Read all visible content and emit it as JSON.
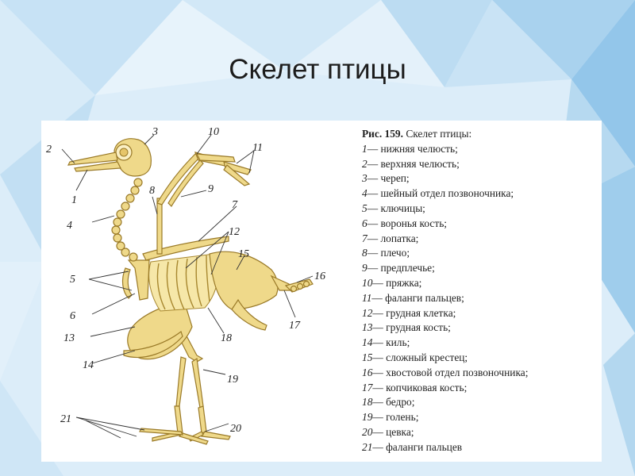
{
  "slide": {
    "title": "Скелет птицы"
  },
  "figure": {
    "caption_number": "Рис. 159.",
    "caption_text": "Скелет птицы:",
    "legend": [
      {
        "num": "1",
        "text": "— нижняя челюсть;"
      },
      {
        "num": "2",
        "text": "— верхняя челюсть;"
      },
      {
        "num": "3",
        "text": "— череп;"
      },
      {
        "num": "4",
        "text": "— шейный отдел позвоночника;"
      },
      {
        "num": "5",
        "text": "— ключицы;"
      },
      {
        "num": "6",
        "text": "— воронья кость;"
      },
      {
        "num": "7",
        "text": "— лопатка;"
      },
      {
        "num": "8",
        "text": "— плечо;"
      },
      {
        "num": "9",
        "text": "— предплечье;"
      },
      {
        "num": "10",
        "text": "— пряжка;"
      },
      {
        "num": "11",
        "text": "— фаланги пальцев;"
      },
      {
        "num": "12",
        "text": "— грудная клетка;"
      },
      {
        "num": "13",
        "text": "— грудная кость;"
      },
      {
        "num": "14",
        "text": "— киль;"
      },
      {
        "num": "15",
        "text": "— сложный крестец;"
      },
      {
        "num": "16",
        "text": "— хвостовой отдел позвоночника;"
      },
      {
        "num": "17",
        "text": "— копчиковая кость;"
      },
      {
        "num": "18",
        "text": "— бедро;"
      },
      {
        "num": "19",
        "text": "— голень;"
      },
      {
        "num": "20",
        "text": "— цевка;"
      },
      {
        "num": "21",
        "text": "— фаланги пальцев"
      }
    ],
    "diagram_labels": [
      "1",
      "2",
      "3",
      "4",
      "5",
      "6",
      "7",
      "8",
      "9",
      "10",
      "11",
      "12",
      "13",
      "14",
      "15",
      "16",
      "17",
      "18",
      "19",
      "20",
      "21"
    ]
  }
}
